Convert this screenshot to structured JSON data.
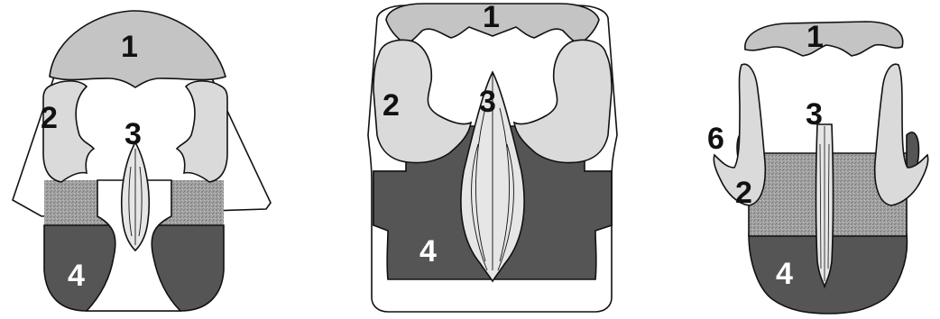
{
  "figure": {
    "panels": [
      {
        "id": "left",
        "labels": {
          "one": "1",
          "two": "2",
          "three": "3",
          "four": "4"
        }
      },
      {
        "id": "middle",
        "labels": {
          "one": "1",
          "two": "2",
          "three": "3",
          "four": "4"
        }
      },
      {
        "id": "right",
        "labels": {
          "one": "1",
          "two": "2",
          "three": "3",
          "four": "4",
          "six": "6"
        }
      }
    ],
    "colors": {
      "region1": "#c4c4c4",
      "region2": "#dadada",
      "region4": "#555555",
      "stippled": "#9c9c9c",
      "outline": "#111111",
      "background": "#ffffff"
    }
  }
}
